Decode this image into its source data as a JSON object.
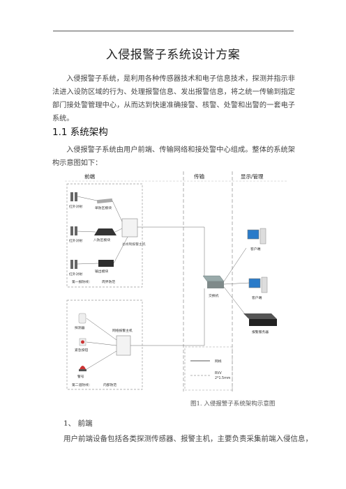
{
  "doc": {
    "title": "入侵报警子系统设计方案",
    "intro": "入侵报警子系统，是利用各种传感器技术和电子信息技术，探测并指示非法进入设防区域的行为、处理报警信息、发出报警信息，将之统一传输到指定部门接处警管理中心，从而达到快速准确接警、核警、处警和出警的一套电子系统。",
    "section_heading": "1.1 系统架构",
    "architecture_text": "入侵报警子系统由用户前端、传输网络和接处警中心组成。整体的系统架构示意图如下：",
    "figure_caption": "图1. 入侵报警子系统架构示意图",
    "subsection_1": "1、 前端",
    "subsection_1_text": "用户前端设备包括各类探测传感器、报警主机，主要负责采集前端入侵信息，"
  },
  "figure": {
    "header_front": "前端",
    "header_transport": "传输",
    "header_display": "显示/管理",
    "ir1": "红外对射",
    "ir2": "红外对射",
    "ir3": "红外对射",
    "mod_single": "单防区模块",
    "mod_eight": "八防区模块",
    "host_bus": "总线制报警主机",
    "mod_relay": "输出模块",
    "loop1": "第一报防线：",
    "loop1_b": "周界防范",
    "detector": "探测器",
    "emergency": "紧急按钮",
    "siren": "警号",
    "host_net": "网络报警主机",
    "loop2": "第二道防线：",
    "loop2_b": "内部防范",
    "client1": "客户端",
    "client2": "客户端",
    "switch": "交换机",
    "server": "报警服务器",
    "legend_net": "网线",
    "legend_rvv": "RVV",
    "legend_rvv2": "2*1.5mm"
  }
}
